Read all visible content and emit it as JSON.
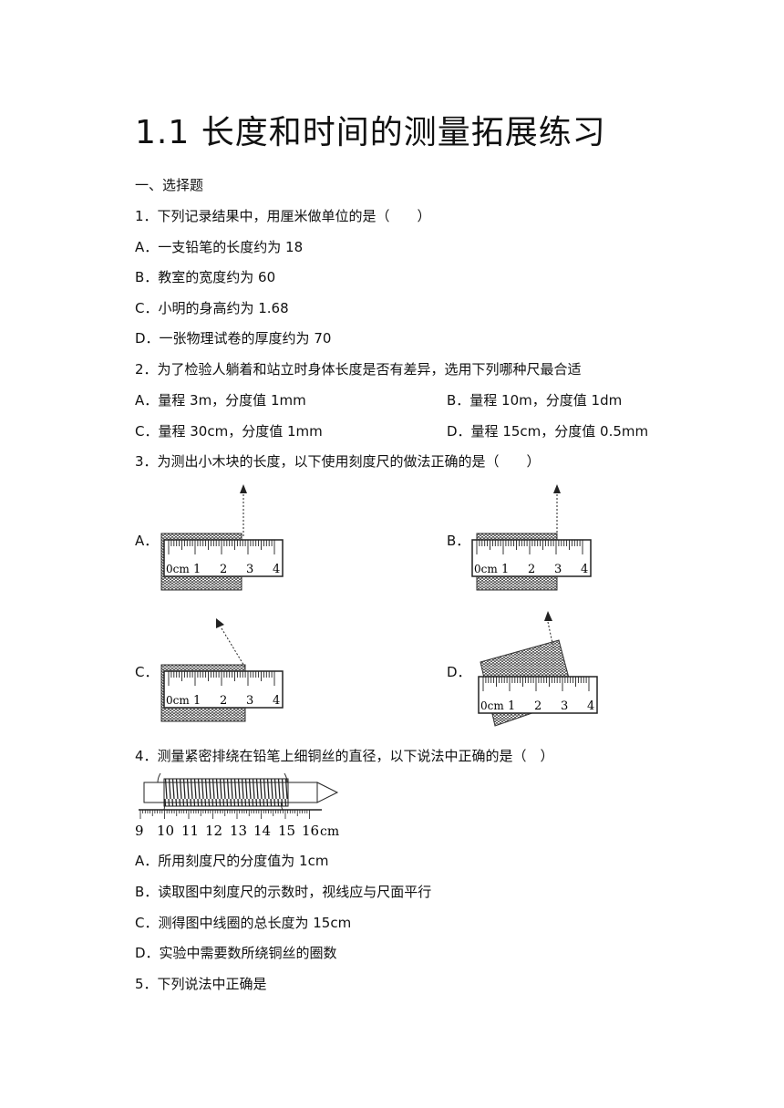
{
  "title": "1.1 长度和时间的测量拓展练习",
  "section": "一、选择题",
  "q1": {
    "stem": "1．下列记录结果中，用厘米做单位的是（　　）",
    "options": [
      "A．一支铅笔的长度约为 18",
      "B．教室的宽度约为 60",
      "C．小明的身高约为 1.68",
      "D．一张物理试卷的厚度约为 70"
    ]
  },
  "q2": {
    "stem": "2．为了检验人躺着和站立时身体长度是否有差异，选用下列哪种尺最合适",
    "options": [
      "A．量程 3m，分度值 1mm",
      "B．量程 10m，分度值 1dm",
      "C．量程 30cm，分度值 1mm",
      "D．量程 15cm，分度值 0.5mm"
    ]
  },
  "q3": {
    "stem": "3．为测出小木块的长度，以下使用刻度尺的做法正确的是（　　）",
    "labels": [
      "A．",
      "B．",
      "C．",
      "D．"
    ],
    "ruler_ticks": [
      "0cm",
      "1",
      "2",
      "3",
      "4"
    ]
  },
  "q4": {
    "stem": "4．测量紧密排绕在铅笔上细铜丝的直径，以下说法中正确的是（　）",
    "ruler_ticks": [
      "9",
      "10",
      "11",
      "12",
      "13",
      "14",
      "15",
      "16",
      "cm"
    ],
    "options": [
      "A．所用刻度尺的分度值为 1cm",
      "B．读取图中刻度尺的示数时，视线应与尺面平行",
      "C．测得图中线圈的总长度为 15cm",
      "D．实验中需要数所绕铜丝的圈数"
    ]
  },
  "q5": {
    "stem": "5．下列说法中正确是"
  }
}
